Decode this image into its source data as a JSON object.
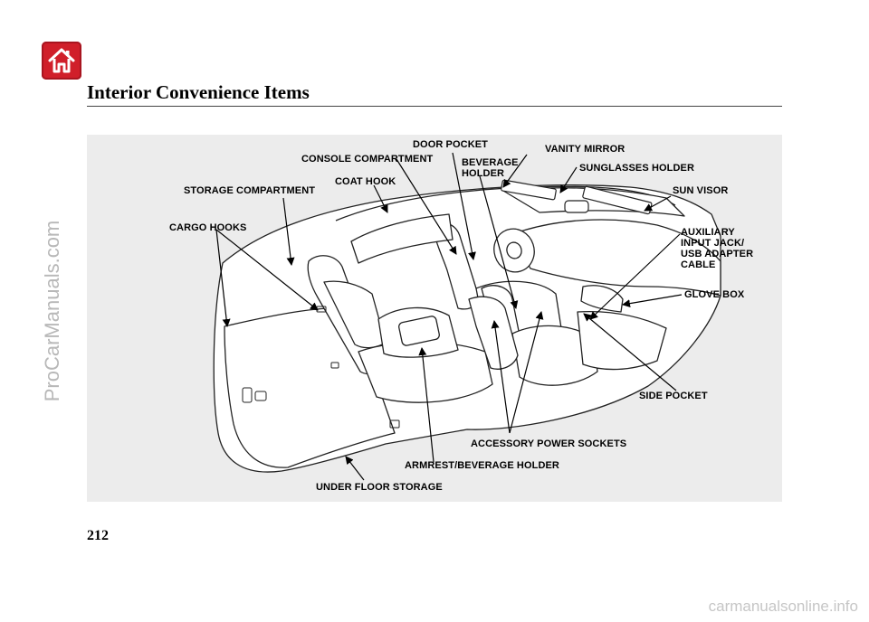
{
  "page": {
    "title": "Interior Convenience Items",
    "page_number": "212",
    "home_icon": "home-icon",
    "accent_color": "#d01f2a"
  },
  "watermarks": {
    "side": "ProCarManuals.com",
    "bottom": "carmanualsonline.info"
  },
  "callouts": {
    "door_pocket": "DOOR POCKET",
    "vanity_mirror": "VANITY MIRROR",
    "console_compartment": "CONSOLE COMPARTMENT",
    "beverage_holder": "BEVERAGE\nHOLDER",
    "sunglasses_holder": "SUNGLASSES HOLDER",
    "coat_hook": "COAT HOOK",
    "storage_compartment": "STORAGE COMPARTMENT",
    "sun_visor": "SUN VISOR",
    "cargo_hooks": "CARGO HOOKS",
    "auxiliary_input": "AUXILIARY\nINPUT JACK/\nUSB ADAPTER\nCABLE",
    "glove_box": "GLOVE BOX",
    "side_pocket": "SIDE POCKET",
    "accessory_power_sockets": "ACCESSORY POWER SOCKETS",
    "armrest_beverage_holder": "ARMREST/BEVERAGE HOLDER",
    "under_floor_storage": "UNDER FLOOR STORAGE"
  }
}
